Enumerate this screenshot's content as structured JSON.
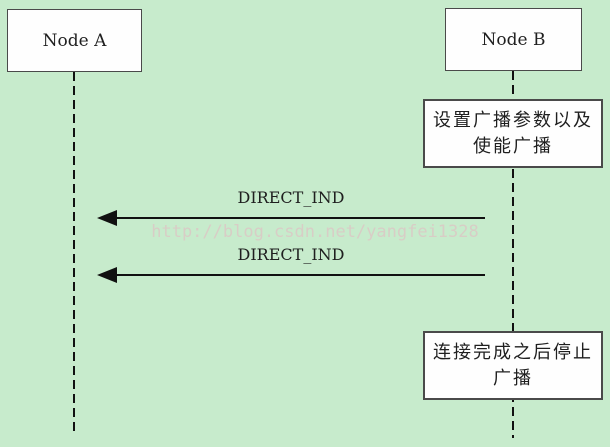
{
  "colors": {
    "bg": "#c7ebcc",
    "note-bg": "#fefefe",
    "border": "#4a4a4a",
    "ink": "#1f1f1f",
    "line": "#111111",
    "watermark": "#d8cdc6"
  },
  "diagram": {
    "type": "sequence-diagram",
    "actors": [
      {
        "label": "Node A"
      },
      {
        "label": "Node B"
      }
    ],
    "notes": [
      {
        "text": "设置广播参数以及\n使能广播",
        "attached_to": "Node B"
      },
      {
        "text": "连接完成之后停止\n广播",
        "attached_to": "Node B"
      }
    ],
    "messages": [
      {
        "label": "DIRECT_IND",
        "from": "Node B",
        "to": "Node A"
      },
      {
        "label": "DIRECT_IND",
        "from": "Node B",
        "to": "Node A"
      }
    ],
    "watermark": {
      "text": "http://blog.csdn.net/yangfei1328"
    }
  }
}
